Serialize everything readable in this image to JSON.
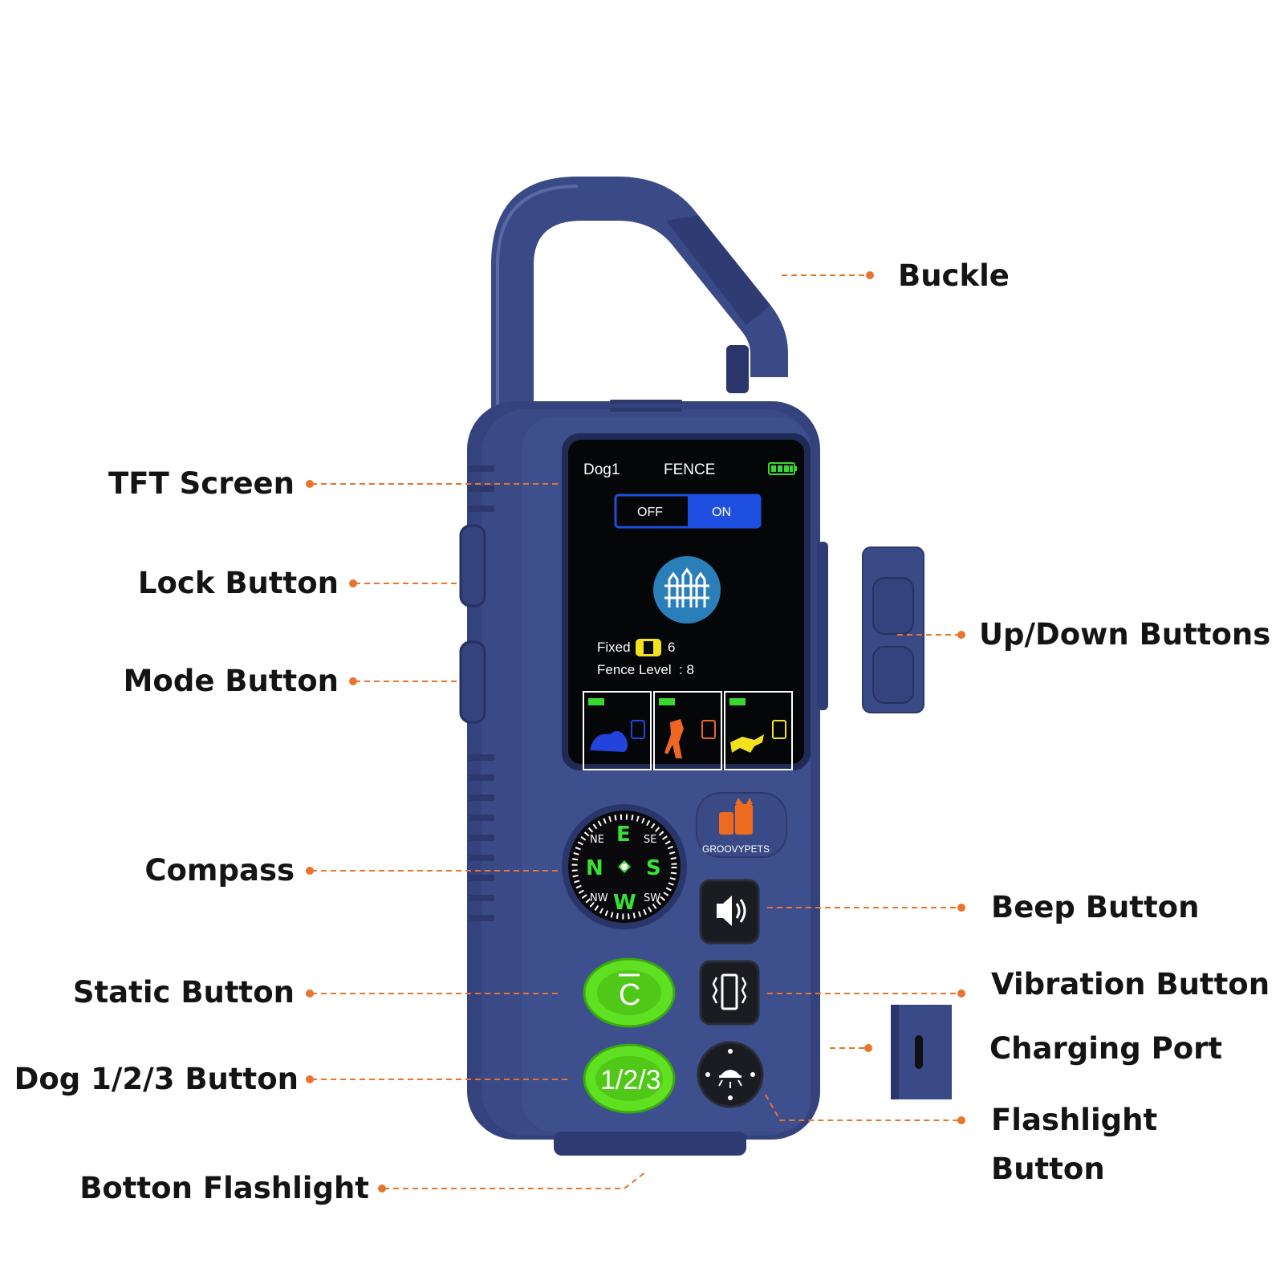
{
  "callouts": {
    "buckle": "Buckle",
    "tft_screen": "TFT Screen",
    "lock_button": "Lock Button",
    "mode_button": "Mode Button",
    "up_down_buttons": "Up/Down Buttons",
    "compass": "Compass",
    "beep_button": "Beep Button",
    "static_button": "Static Button",
    "vibration_button": "Vibration Button",
    "charging_port": "Charging Port",
    "dog_button": "Dog 1/2/3 Button",
    "flashlight_button_line1": "Flashlight",
    "flashlight_button_line2": "Button",
    "bottom_flashlight": "Botton Flashlight"
  },
  "screen": {
    "dog_name": "Dog1",
    "mode_title": "FENCE",
    "toggle_off": "OFF",
    "toggle_on": "ON",
    "toggle_state": "ON",
    "fixed_label": "Fixed",
    "fixed_value": "6",
    "fence_level_label": "Fence Level",
    "fence_level_value": ": 8"
  },
  "compass": {
    "north": "N",
    "east": "E",
    "south": "S",
    "west": "W",
    "ne": "NE",
    "se": "SE",
    "sw": "SW",
    "nw": "NW"
  },
  "buttons": {
    "static_symbol": "C",
    "dog_symbol": "1/2/3"
  },
  "brand": "GROOVYPETS",
  "colors": {
    "device_body": "#3a4a86",
    "device_dark": "#2a366a",
    "leader_line": "#e8742d",
    "screen_bg": "#050608",
    "toggle_on": "#1f4fe0",
    "fence_icon_bg": "#2a7fb8",
    "button_green": "#5fe021",
    "brand_orange": "#ee6a1f",
    "dog_blue": "#2244dd",
    "dog_orange": "#ee6622",
    "dog_yellow": "#f2e21e"
  },
  "icons": {
    "fence": "fence-icon",
    "battery": "battery-icon",
    "speaker": "speaker-icon",
    "vibration": "vibration-icon",
    "flashlight": "flashlight-icon",
    "usb_c": "usb-c-port-icon",
    "brand_logo": "cat-logo-icon"
  }
}
